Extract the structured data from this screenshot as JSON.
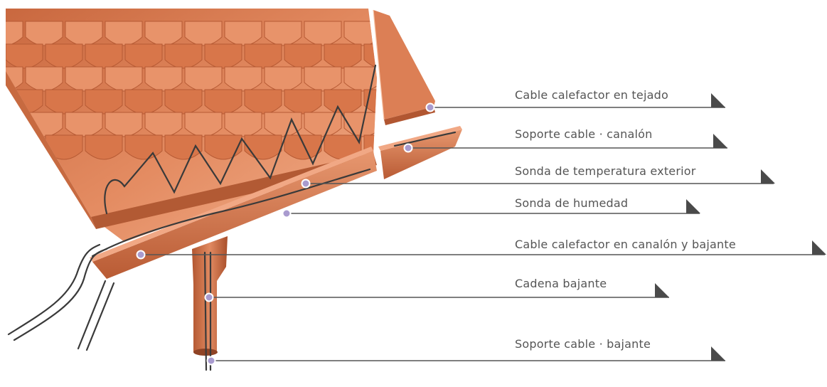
{
  "colors": {
    "roof_light": "#e8936a",
    "roof_mid": "#d8764a",
    "roof_dark": "#b65a34",
    "cable": "#3b3b3b",
    "leader": "#555555",
    "marker": "#a99bcf",
    "label_text": "#555555",
    "triangle": "#4a4a4a"
  },
  "illustration": {
    "subject": "roof-heating-cable-illustration"
  },
  "callouts": [
    {
      "id": "roof-cable",
      "text": "Cable calefactor en tejado"
    },
    {
      "id": "gutter-support",
      "text": "Soporte cable · canalón"
    },
    {
      "id": "temp-probe",
      "text": "Sonda de temperatura exterior"
    },
    {
      "id": "humidity-probe",
      "text": "Sonda de humedad"
    },
    {
      "id": "gutter-cable",
      "text": "Cable calefactor en canalón y bajante"
    },
    {
      "id": "downpipe-chain",
      "text": "Cadena bajante"
    },
    {
      "id": "downpipe-support",
      "text": "Soporte cable · bajante"
    }
  ]
}
